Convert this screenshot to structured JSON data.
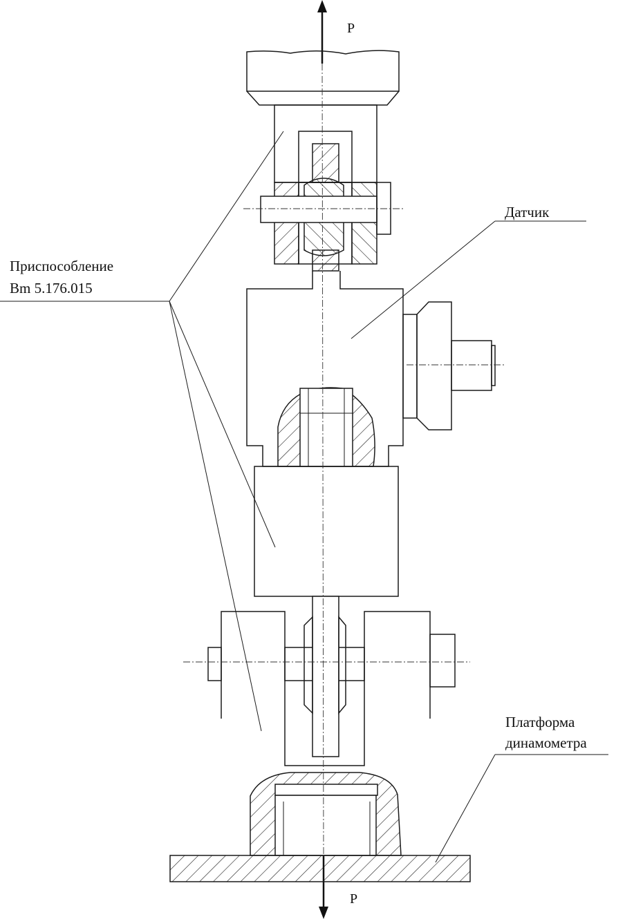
{
  "labels": {
    "force_top": "P",
    "force_bottom": "P",
    "sensor": "Датчик",
    "fixture_line1": "Приспособление",
    "fixture_line2": "Вm 5.176.015",
    "platform_line1": "Платформа",
    "platform_line2": "динамометра"
  }
}
